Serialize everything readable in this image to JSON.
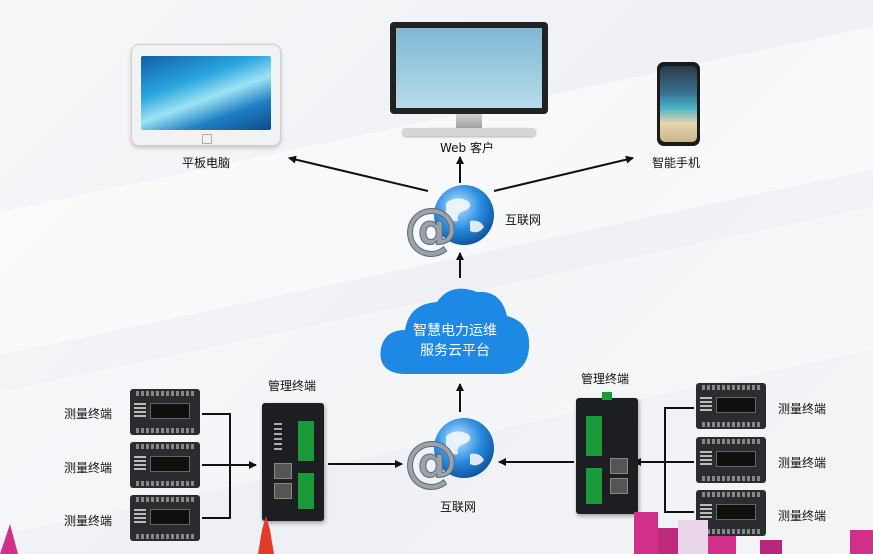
{
  "devices": {
    "tablet": "平板电脑",
    "web": "Web 客户",
    "phone": "智能手机"
  },
  "internet_top": "互联网",
  "cloud": {
    "line1": "智慧电力运维",
    "line2": "服务云平台"
  },
  "internet_bottom": "互联网",
  "left": {
    "manager": "管理终端",
    "meters": [
      "测量终端",
      "测量终端",
      "测量终端"
    ]
  },
  "right": {
    "manager": "管理终端",
    "meters": [
      "测量终端",
      "测量终端",
      "测量终端"
    ]
  },
  "colors": {
    "cloud": "#1e88e5",
    "arrow": "#111111",
    "globe": "#2a8de0",
    "manager_body": "#1c1e22",
    "terminal_green": "#1a9a3a"
  }
}
